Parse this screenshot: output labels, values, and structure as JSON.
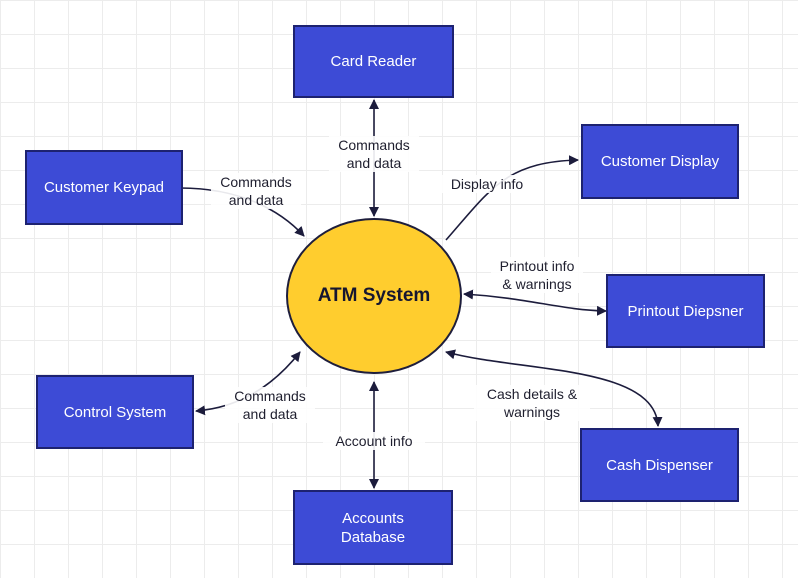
{
  "center": {
    "label": "ATM System"
  },
  "nodes": {
    "card_reader": "Card Reader",
    "customer_display": "Customer Display",
    "customer_keypad": "Customer Keypad",
    "printout_dispenser": "Printout Diepsner",
    "control_system": "Control System",
    "cash_dispenser": "Cash Dispenser",
    "accounts_db": [
      "Accounts",
      "Database"
    ]
  },
  "edges": {
    "card_reader": [
      "Commands",
      "and data"
    ],
    "keypad": [
      "Commands",
      "and data"
    ],
    "display": [
      "Display info"
    ],
    "printout": [
      "Printout info",
      "& warnings"
    ],
    "control": [
      "Commands",
      "and data"
    ],
    "cash": [
      "Cash details &",
      "warnings"
    ],
    "accounts": [
      "Account info"
    ]
  },
  "colors": {
    "node_fill": "#3d4bd6",
    "center_fill": "#ffcd2e",
    "edge": "#1c1c3c"
  }
}
